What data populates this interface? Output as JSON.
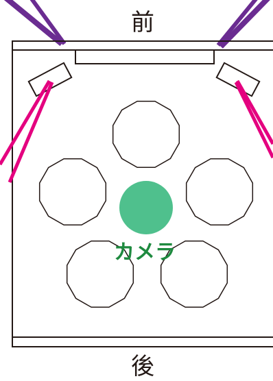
{
  "labels": {
    "front": "前",
    "back": "後",
    "camera": "カメラ"
  },
  "colors": {
    "outline": "#231815",
    "purple_beam": "#6a2c91",
    "magenta_beam": "#e4007f",
    "camera_fill": "#4fc08d",
    "camera_text": "#1e8a3f",
    "background": "#ffffff"
  }
}
